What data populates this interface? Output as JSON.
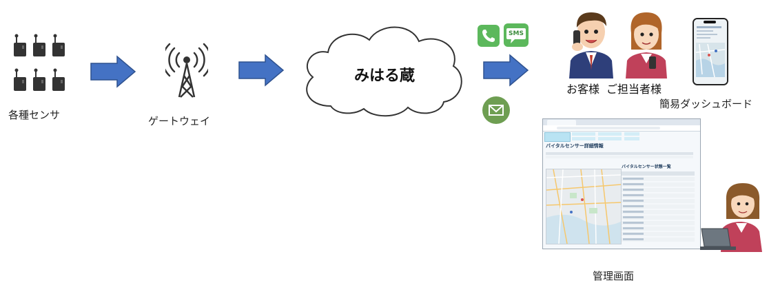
{
  "nodes": {
    "sensors": {
      "label": "各種センサ"
    },
    "gateway": {
      "label": "ゲートウェイ"
    },
    "cloud": {
      "label": "みはる蔵"
    },
    "customer": {
      "label": "お客様"
    },
    "staff": {
      "label": "ご担当者様"
    },
    "dashboard": {
      "label": "簡易ダッシュボード"
    },
    "admin": {
      "label": "管理画面"
    }
  },
  "notifications": {
    "sms": {
      "label": "SMS"
    }
  },
  "admin_screen": {
    "page_title": "バイタルセンサー詳細情報",
    "list_title": "バイタルセンサー状態一覧"
  },
  "colors": {
    "arrow": "#4472c4",
    "arrow_stroke": "#2f528f",
    "phone_green": "#5cb85c",
    "mail_green": "#6e9e52"
  }
}
